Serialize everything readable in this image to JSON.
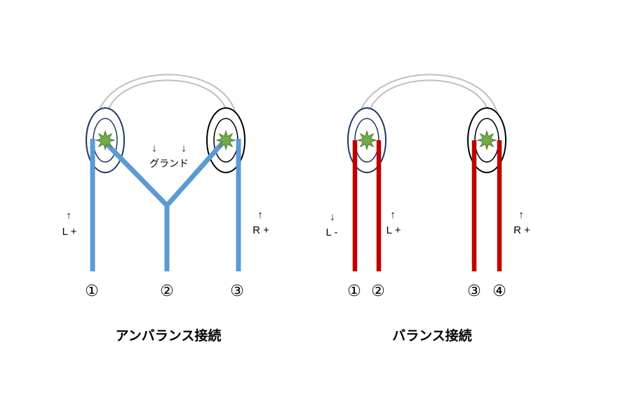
{
  "unbalanced": {
    "heading": "アンバランス接続",
    "labels": {
      "ground_arrow_left": "↓",
      "ground_arrow_right": "↓",
      "ground": "グランド",
      "l_plus_arrow": "↑",
      "l_plus": "L +",
      "r_plus_arrow": "↑",
      "r_plus": "R +"
    },
    "terminals": [
      "①",
      "②",
      "③"
    ]
  },
  "balanced": {
    "heading": "バランス接続",
    "labels": {
      "l_minus_arrow": "↓",
      "l_minus": "L -",
      "l_plus_arrow": "↑",
      "l_plus": "L +",
      "r_plus_arrow": "↑",
      "r_plus": "R +"
    },
    "terminals": [
      "①",
      "②",
      "③",
      "④"
    ]
  },
  "colors": {
    "unbalanced_wire": "#5B9BD5",
    "balanced_wire": "#C00000",
    "headband": "#BFBFBF",
    "earcup_left": "#1F3864",
    "earcup_right": "#000000",
    "driver_star": "#70AD47"
  }
}
